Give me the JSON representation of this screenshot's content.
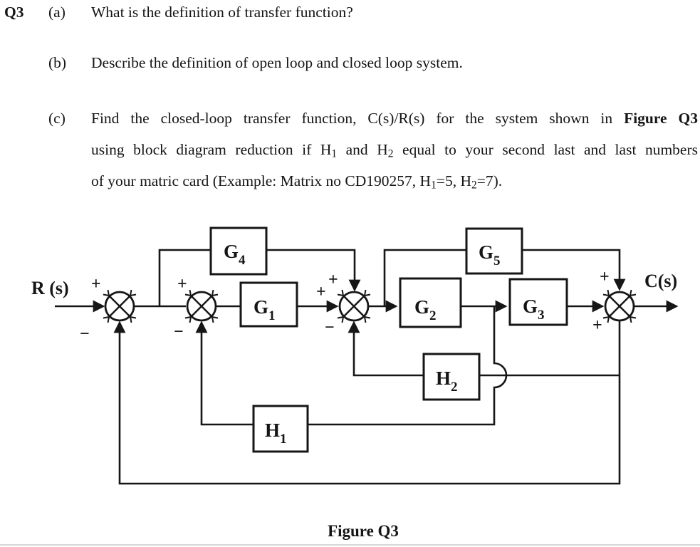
{
  "question": {
    "number": "Q3",
    "part_a": {
      "label": "(a)",
      "text": "What is the definition of transfer function?"
    },
    "part_b": {
      "label": "(b)",
      "text": "Describe the definition of open loop and closed loop system."
    },
    "part_c": {
      "label": "(c)",
      "line1": {
        "text": "Find the closed-loop transfer function, C(s)/R(s) for the system shown in",
        "bold": "Figure Q3"
      },
      "line2": {
        "t1": "using block diagram reduction if H",
        "s1": "1",
        "t2": " and H",
        "s2": "2",
        "t3": " equal to your second last and last numbers"
      },
      "line3": {
        "t1": "of your matric card (Example: Matrix no CD190257, H",
        "s1": "1",
        "t2": "=5, H",
        "s2": "2",
        "t3": "=7)."
      }
    }
  },
  "figure": {
    "caption": "Figure Q3",
    "input_label": "R (s)",
    "output_label": "C(s)",
    "blocks": {
      "g1": {
        "base": "G",
        "sub": "1"
      },
      "g2": {
        "base": "G",
        "sub": "2"
      },
      "g3": {
        "base": "G",
        "sub": "3"
      },
      "g4": {
        "base": "G",
        "sub": "4"
      },
      "g5": {
        "base": "G",
        "sub": "5"
      },
      "h1": {
        "base": "H",
        "sub": "1"
      },
      "h2": {
        "base": "H",
        "sub": "2"
      }
    },
    "signs": {
      "sum1_plus": "+",
      "sum1_minus": "−",
      "sum2_plus": "+",
      "sum2_minus": "−",
      "sum3_plus_left": "+",
      "sum3_plus_top": "+",
      "sum3_minus": "−",
      "sum4_plus_top": "+",
      "sum4_plus_bottom": "+"
    },
    "colors": {
      "ink": "#161616",
      "background": "#ffffff"
    }
  }
}
